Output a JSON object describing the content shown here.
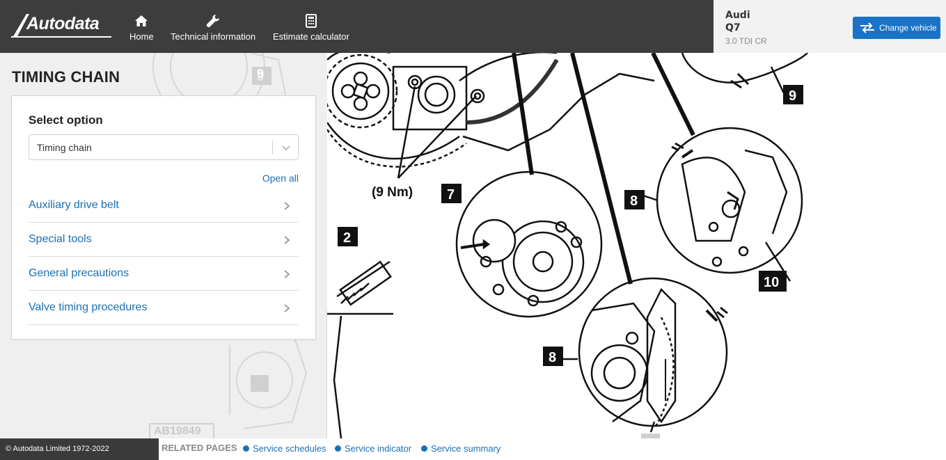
{
  "header": {
    "logo_text": "Autodata",
    "nav": [
      {
        "label": "Home",
        "icon": "home-icon"
      },
      {
        "label": "Technical information",
        "icon": "wrench-icon"
      },
      {
        "label": "Estimate calculator",
        "icon": "calculator-icon"
      }
    ]
  },
  "vehicle": {
    "make": "Audi",
    "model": "Q7",
    "engine": "3.0 TDI CR",
    "change_label": "Change vehicle"
  },
  "page": {
    "title": "TIMING CHAIN"
  },
  "options": {
    "heading": "Select option",
    "selected": "Timing chain",
    "open_all": "Open all",
    "items": [
      {
        "label": "Auxiliary drive belt"
      },
      {
        "label": "Special tools"
      },
      {
        "label": "General precautions"
      },
      {
        "label": "Valve timing procedures"
      }
    ]
  },
  "diagram": {
    "labels": {
      "torque": "(9 Nm)",
      "n2": "2",
      "n7": "7",
      "n8a": "8",
      "n8b": "8",
      "n9a": "9",
      "n9b": "9",
      "n9c": "9",
      "n10": "10",
      "ref": "AB19849"
    }
  },
  "footer": {
    "copyright": "© Autodata Limited 1972-2022",
    "related_label": "RELATED PAGES",
    "links": [
      "Service schedules",
      "Service indicator",
      "Service summary"
    ]
  },
  "colors": {
    "header_bg": "#3d3d3d",
    "accent": "#1a73c6",
    "link": "#1a6fb5"
  }
}
